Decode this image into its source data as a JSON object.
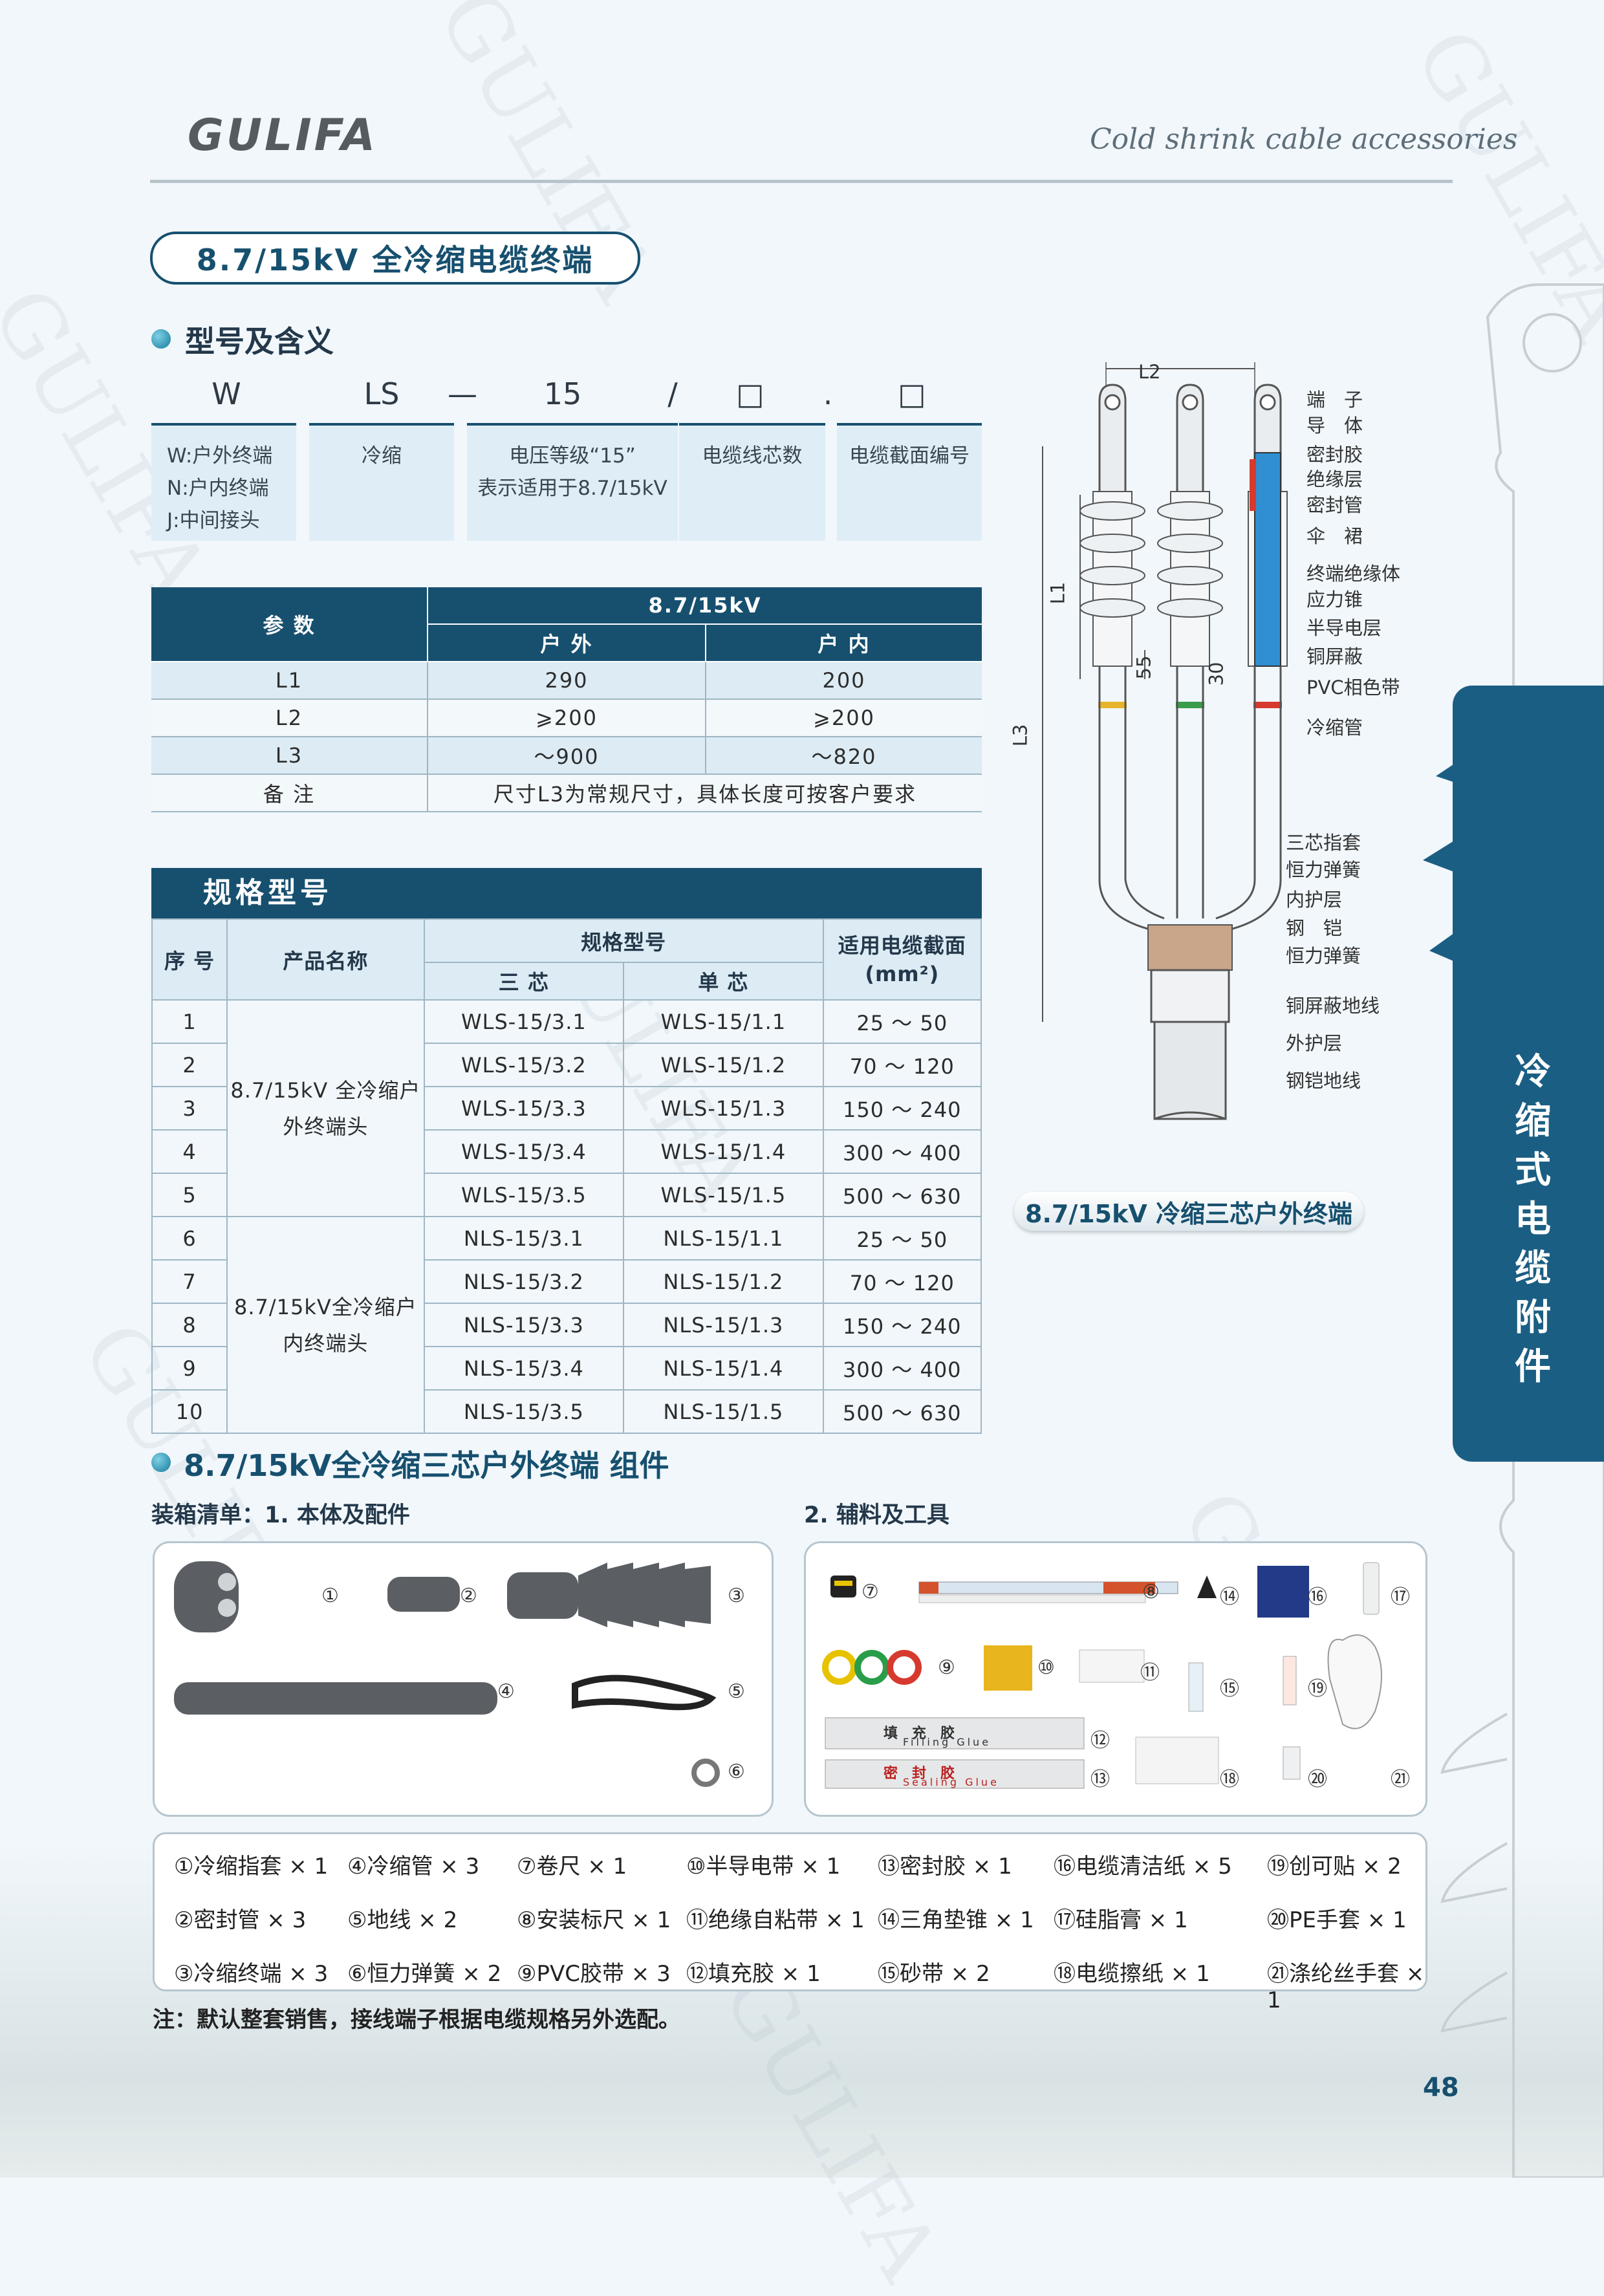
{
  "header": {
    "logo": "GULIFA",
    "tagline": "Cold shrink cable accessories"
  },
  "title": "8.7/15kV 全冷缩电缆终端",
  "model": {
    "heading": "型号及含义",
    "codes": [
      "W",
      "LS",
      "—",
      "15",
      "/",
      "□",
      ".",
      "□"
    ],
    "meanings": [
      [
        "W:户外终端",
        "N:户内终端",
        "J:中间接头"
      ],
      [
        "冷缩"
      ],
      [
        "电压等级“15”",
        "表示适用于8.7/15kV"
      ],
      [
        "电缆线芯数"
      ],
      [
        "电缆截面编号"
      ]
    ]
  },
  "param_table": {
    "h_param": "参 数",
    "h_voltage": "8.7/15kV",
    "h_outdoor": "户 外",
    "h_indoor": "户 内",
    "rows": [
      [
        "L1",
        "290",
        "200"
      ],
      [
        "L2",
        "⩾200",
        "⩾200"
      ],
      [
        "L3",
        "～900",
        "～820"
      ]
    ],
    "remark_label": "备 注",
    "remark": "尺寸L3为常规尺寸，具体长度可按客户要求"
  },
  "spec_table": {
    "title": "规格型号",
    "h_no": "序 号",
    "h_name": "产品名称",
    "h_model": "规格型号",
    "h_three": "三 芯",
    "h_single": "单 芯",
    "h_section": "适用电缆截面(mm²)",
    "group1": "8.7/15kV 全冷缩户外终端头",
    "group2": "8.7/15kV全冷缩户内终端头",
    "rows": [
      [
        "1",
        "WLS-15/3.1",
        "WLS-15/1.1",
        "25 ～ 50"
      ],
      [
        "2",
        "WLS-15/3.2",
        "WLS-15/1.2",
        "70 ～ 120"
      ],
      [
        "3",
        "WLS-15/3.3",
        "WLS-15/1.3",
        "150 ～ 240"
      ],
      [
        "4",
        "WLS-15/3.4",
        "WLS-15/1.4",
        "300 ～ 400"
      ],
      [
        "5",
        "WLS-15/3.5",
        "WLS-15/1.5",
        "500 ～ 630"
      ],
      [
        "6",
        "NLS-15/3.1",
        "NLS-15/1.1",
        "25 ～ 50"
      ],
      [
        "7",
        "NLS-15/3.2",
        "NLS-15/1.2",
        "70 ～ 120"
      ],
      [
        "8",
        "NLS-15/3.3",
        "NLS-15/1.3",
        "150 ～ 240"
      ],
      [
        "9",
        "NLS-15/3.4",
        "NLS-15/1.4",
        "300 ～ 400"
      ],
      [
        "10",
        "NLS-15/3.5",
        "NLS-15/1.5",
        "500 ～ 630"
      ]
    ]
  },
  "diagram": {
    "dims": {
      "L1": "L1",
      "L2": "L2",
      "L3": "L3",
      "d55": "55",
      "d30": "30"
    },
    "labels_top": [
      "端　子",
      "导　体",
      "密封胶",
      "绝缘层",
      "密封管",
      "伞　裙",
      "终端绝缘体",
      "应力锥",
      "半导电层",
      "铜屏蔽",
      "PVC相色带",
      "冷缩管"
    ],
    "labels_bottom": [
      "三芯指套",
      "恒力弹簧",
      "内护层",
      "钢　铠",
      "恒力弹簧",
      "铜屏蔽地线",
      "外护层",
      "钢铠地线"
    ],
    "caption": "8.7/15kV 冷缩三芯户外终端"
  },
  "components": {
    "heading": "8.7/15kV全冷缩三芯户外终端 组件",
    "sub1": "装箱清单：1. 本体及配件",
    "sub2": "2. 辅料及工具",
    "nums_left": [
      "①",
      "②",
      "③",
      "④",
      "⑤",
      "⑥"
    ],
    "nums_right": [
      "⑦",
      "⑧",
      "⑨",
      "⑩",
      "⑪",
      "⑫",
      "⑬",
      "⑭",
      "⑮",
      "⑯",
      "⑰",
      "⑱",
      "⑲",
      "⑳",
      "㉑"
    ],
    "filling_cn": "填　充　胶",
    "filling_en": "Filling Glue",
    "sealing_cn": "密　封　胶",
    "sealing_en": "Sealing Glue"
  },
  "parts": [
    "①冷缩指套 × 1",
    "④冷缩管 × 3",
    "⑦卷尺 × 1",
    "⑩半导电带 × 1",
    "⑬密封胶 × 1",
    "⑯电缆清洁纸 × 5",
    "⑲创可贴 × 2",
    "②密封管 × 3",
    "⑤地线 × 2",
    "⑧安装标尺 × 1",
    "⑪绝缘自粘带 × 1",
    "⑭三角垫锥 × 1",
    "⑰硅脂膏 × 1",
    "⑳PE手套 × 1",
    "③冷缩终端 × 3",
    "⑥恒力弹簧 × 2",
    "⑨PVC胶带 × 3",
    "⑫填充胶 × 1",
    "⑮砂带 × 2",
    "⑱电缆擦纸 × 1",
    "㉑涤纶丝手套 × 1"
  ],
  "note": "注：默认整套销售，接线端子根据电缆规格另外选配。",
  "side_text": "冷缩式电缆附件",
  "page_number": "48",
  "watermark": "GULIFA",
  "colors": {
    "primary": "#17506f",
    "band": "#1b5e83",
    "light": "#dcebf4"
  }
}
